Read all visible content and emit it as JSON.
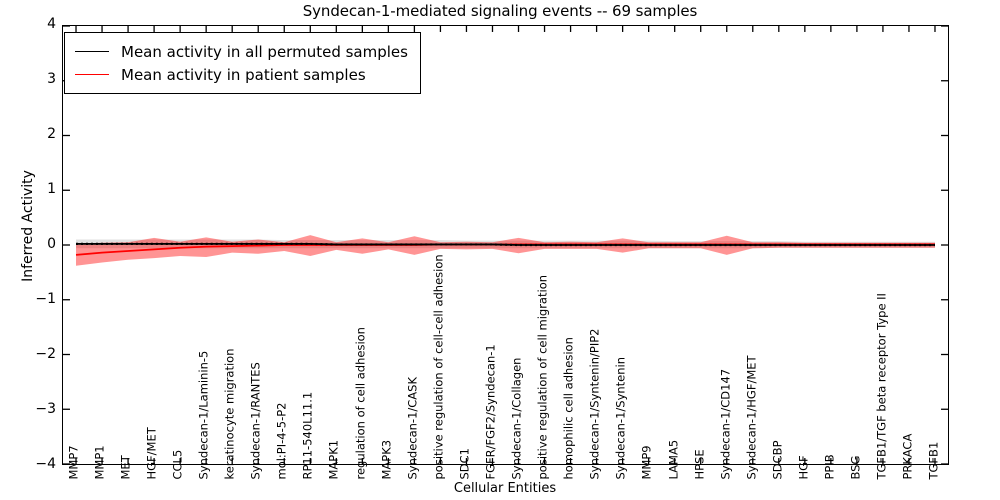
{
  "chart_data": {
    "type": "line",
    "title": "Syndecan-1-mediated signaling events -- 69 samples",
    "xlabel": "Cellular Entities",
    "ylabel": "Inferred Activity",
    "ylim": [
      -4,
      4
    ],
    "yticks": [
      4,
      3,
      2,
      1,
      0,
      -1,
      -2,
      -3,
      -4
    ],
    "ytick_labels": [
      "4",
      "3",
      "2",
      "1",
      "0",
      "−1",
      "−2",
      "−3",
      "−4"
    ],
    "grid": false,
    "legend_position": "upper left",
    "n_samples": 69,
    "categories": [
      "MMP7",
      "MMP1",
      "MET",
      "HGF/MET",
      "CCL5",
      "Syndecan-1/Laminin-5",
      "keratinocyte migration",
      "Syndecan-1/RANTES",
      "mol:PI-4-5-P2",
      "RP11-540L11.1",
      "MAPK1",
      "regulation of cell adhesion",
      "MAPK3",
      "Syndecan-1/CASK",
      "positive regulation of cell-cell adhesion",
      "SDC1",
      "FGFR/FGF2/Syndecan-1",
      "Syndecan-1/Collagen",
      "positive regulation of cell migration",
      "homophilic cell adhesion",
      "Syndecan-1/Syntenin/PIP2",
      "Syndecan-1/Syntenin",
      "MMP9",
      "LAMA5",
      "HPSE",
      "Syndecan-1/CD147",
      "Syndecan-1/HGF/MET",
      "SDCBP",
      "HGF",
      "PPIB",
      "BSG",
      "TGFB1/TGF beta receptor Type II",
      "PRKACA",
      "TGFB1"
    ],
    "series": [
      {
        "name": "Mean activity in all permuted samples",
        "color": "#000000",
        "band_color": "#c8c8c8",
        "values": [
          0.02,
          0.02,
          0.02,
          0.02,
          0.02,
          0.02,
          0.02,
          0.02,
          0.02,
          0.02,
          0.01,
          0.01,
          0.01,
          0.01,
          0.01,
          0.01,
          0.01,
          0.0,
          0.0,
          0.0,
          0.0,
          0.0,
          0.0,
          0.0,
          0.0,
          0.0,
          0.0,
          0.0,
          0.0,
          0.0,
          0.0,
          0.0,
          0.0,
          0.0
        ],
        "band_upper": [
          0.1,
          0.1,
          0.1,
          0.1,
          0.1,
          0.1,
          0.1,
          0.1,
          0.09,
          0.09,
          0.09,
          0.09,
          0.09,
          0.09,
          0.09,
          0.08,
          0.08,
          0.08,
          0.08,
          0.08,
          0.08,
          0.08,
          0.08,
          0.07,
          0.07,
          0.07,
          0.07,
          0.07,
          0.06,
          0.06,
          0.06,
          0.06,
          0.06,
          0.06
        ],
        "band_lower": [
          -0.06,
          -0.06,
          -0.06,
          -0.06,
          -0.06,
          -0.06,
          -0.06,
          -0.06,
          -0.06,
          -0.06,
          -0.06,
          -0.06,
          -0.06,
          -0.06,
          -0.06,
          -0.06,
          -0.06,
          -0.06,
          -0.06,
          -0.06,
          -0.06,
          -0.06,
          -0.06,
          -0.06,
          -0.06,
          -0.06,
          -0.06,
          -0.05,
          -0.05,
          -0.05,
          -0.05,
          -0.05,
          -0.05,
          -0.05
        ]
      },
      {
        "name": "Mean activity in patient samples",
        "color": "#ff0000",
        "band_color": "#ff0000",
        "values": [
          -0.18,
          -0.14,
          -0.11,
          -0.08,
          -0.05,
          -0.03,
          -0.02,
          -0.01,
          0.0,
          0.0,
          0.0,
          0.0,
          0.0,
          0.0,
          0.01,
          0.01,
          0.01,
          0.01,
          0.01,
          0.01,
          0.01,
          0.01,
          0.01,
          0.01,
          0.01,
          0.01,
          0.01,
          0.01,
          0.01,
          0.01,
          0.01,
          0.01,
          0.01,
          0.01
        ],
        "band_upper": [
          0.02,
          0.04,
          0.05,
          0.13,
          0.06,
          0.14,
          0.06,
          0.1,
          0.05,
          0.18,
          0.05,
          0.12,
          0.05,
          0.16,
          0.05,
          0.06,
          0.05,
          0.13,
          0.05,
          0.06,
          0.05,
          0.12,
          0.05,
          0.05,
          0.05,
          0.17,
          0.05,
          0.05,
          0.04,
          0.04,
          0.04,
          0.04,
          0.04,
          0.04
        ],
        "band_lower": [
          -0.38,
          -0.32,
          -0.27,
          -0.24,
          -0.2,
          -0.22,
          -0.14,
          -0.16,
          -0.11,
          -0.2,
          -0.09,
          -0.16,
          -0.08,
          -0.18,
          -0.07,
          -0.08,
          -0.07,
          -0.15,
          -0.07,
          -0.07,
          -0.07,
          -0.14,
          -0.06,
          -0.06,
          -0.06,
          -0.18,
          -0.06,
          -0.05,
          -0.05,
          -0.05,
          -0.05,
          -0.05,
          -0.05,
          -0.05
        ]
      }
    ],
    "overlay": {
      "name": "permuted-mean-dotted-overlay",
      "style": "dotted",
      "color": "#000000"
    }
  },
  "legend": {
    "entries": [
      {
        "label": "Mean activity in all permuted samples",
        "color": "#000000"
      },
      {
        "label": "Mean activity in patient samples",
        "color": "#ff0000"
      }
    ]
  }
}
